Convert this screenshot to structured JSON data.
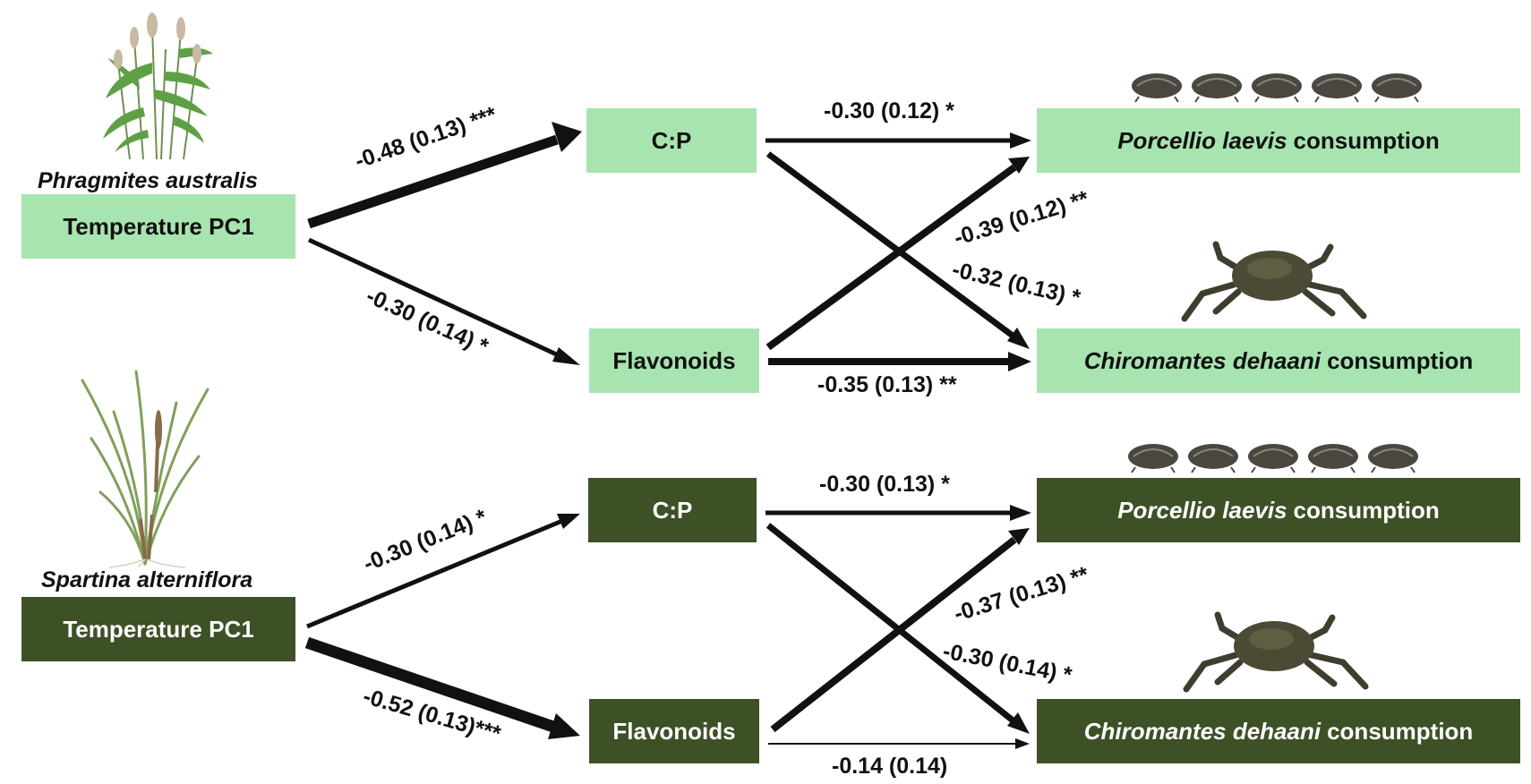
{
  "panels": [
    {
      "theme": "light",
      "species": "Phragmites australis",
      "plant_icon": "reed-plant-icon",
      "nodes": {
        "temp": "Temperature PC1",
        "cp": "C:P",
        "flav": "Flavonoids",
        "porcellio": {
          "italic": "Porcellio laevis",
          "rest": "consumption"
        },
        "chiromantes": {
          "italic": "Chiromantes dehaani",
          "rest": "consumption"
        }
      },
      "edges": {
        "temp_cp": "-0.48 (0.13) ***",
        "temp_flav": "-0.30 (0.14) *",
        "cp_porcellio": "-0.30 (0.12) *",
        "flav_porcellio": "-0.39 (0.12) **",
        "cp_chiromantes": "-0.32 (0.13) *",
        "flav_chiromantes": "-0.35 (0.13) **"
      }
    },
    {
      "theme": "dark",
      "species": "Spartina alterniflora",
      "plant_icon": "cordgrass-plant-icon",
      "nodes": {
        "temp": "Temperature PC1",
        "cp": "C:P",
        "flav": "Flavonoids",
        "porcellio": {
          "italic": "Porcellio laevis",
          "rest": "consumption"
        },
        "chiromantes": {
          "italic": "Chiromantes dehaani",
          "rest": "consumption"
        }
      },
      "edges": {
        "temp_cp": "-0.30 (0.14) *",
        "temp_flav": "-0.52 (0.13)***",
        "cp_porcellio": "-0.30 (0.13) *",
        "flav_porcellio": "-0.37 (0.13) **",
        "cp_chiromantes": "-0.30 (0.14) *",
        "flav_chiromantes": "-0.14 (0.14)"
      }
    }
  ],
  "icons": {
    "isopod": "isopod-icon",
    "crab": "crab-icon"
  },
  "colors": {
    "light_box": "#a8e4b0",
    "dark_box": "#3e5026",
    "arrow": "#111111"
  }
}
